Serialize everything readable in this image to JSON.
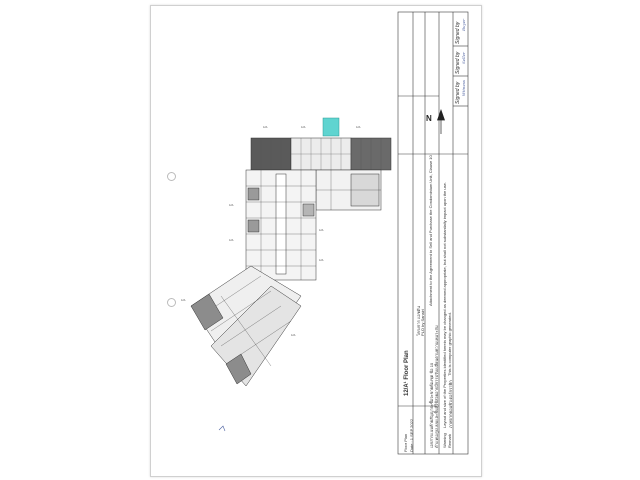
{
  "title_block": {
    "floor_plan_label": "Floor Plan",
    "date_label": "Date : 1 SEP 2022",
    "plan_title": "12/A¹ Floor Plan",
    "thai_project_name": "โครงการ แอชตัน",
    "developer_by": "PLO by Sansiri",
    "thai_attachment_ref": "เอกสารแนบท้ายสัญญาจะซื้อจะขายห้องชุด ข้อ 10",
    "attachment_ref": "Attachment to the Agreement to Sell and Purchase the Condominium Unit, Clause 10",
    "thai_notice_1": "ตำแหน่งรูปแบบและพื้นที่ใช้สอยอาจมีการปรับเปลี่ยนตามความเหมาะสม",
    "warning_label": "Warning",
    "remark_label": "Remark",
    "notice_1": "Layout and size of the Properties identified herein may be changed as deemed appropriate, but shall not substantially impact upon the use.",
    "thai_notice_2": "ภาพจากคอมพิวเตอร์กราฟิก",
    "notice_2": "This is computer graphic generated."
  },
  "signatures": {
    "signed_1": "Signed by",
    "signed_2": "Signed by",
    "signed_3": "Signed by",
    "sign_role_1": "Buyer",
    "sign_role_2": "Seller",
    "sign_role_3": "Witness"
  },
  "north_arrow": {
    "label": "N"
  },
  "colors": {
    "highlight_unit": "#5fd4d0",
    "dark_block": "#5a5a5a",
    "line": "#3a3a3a",
    "handwriting": "#4a5fa0"
  },
  "icons": [
    "north-arrow-icon",
    "punch-hole-icon"
  ]
}
